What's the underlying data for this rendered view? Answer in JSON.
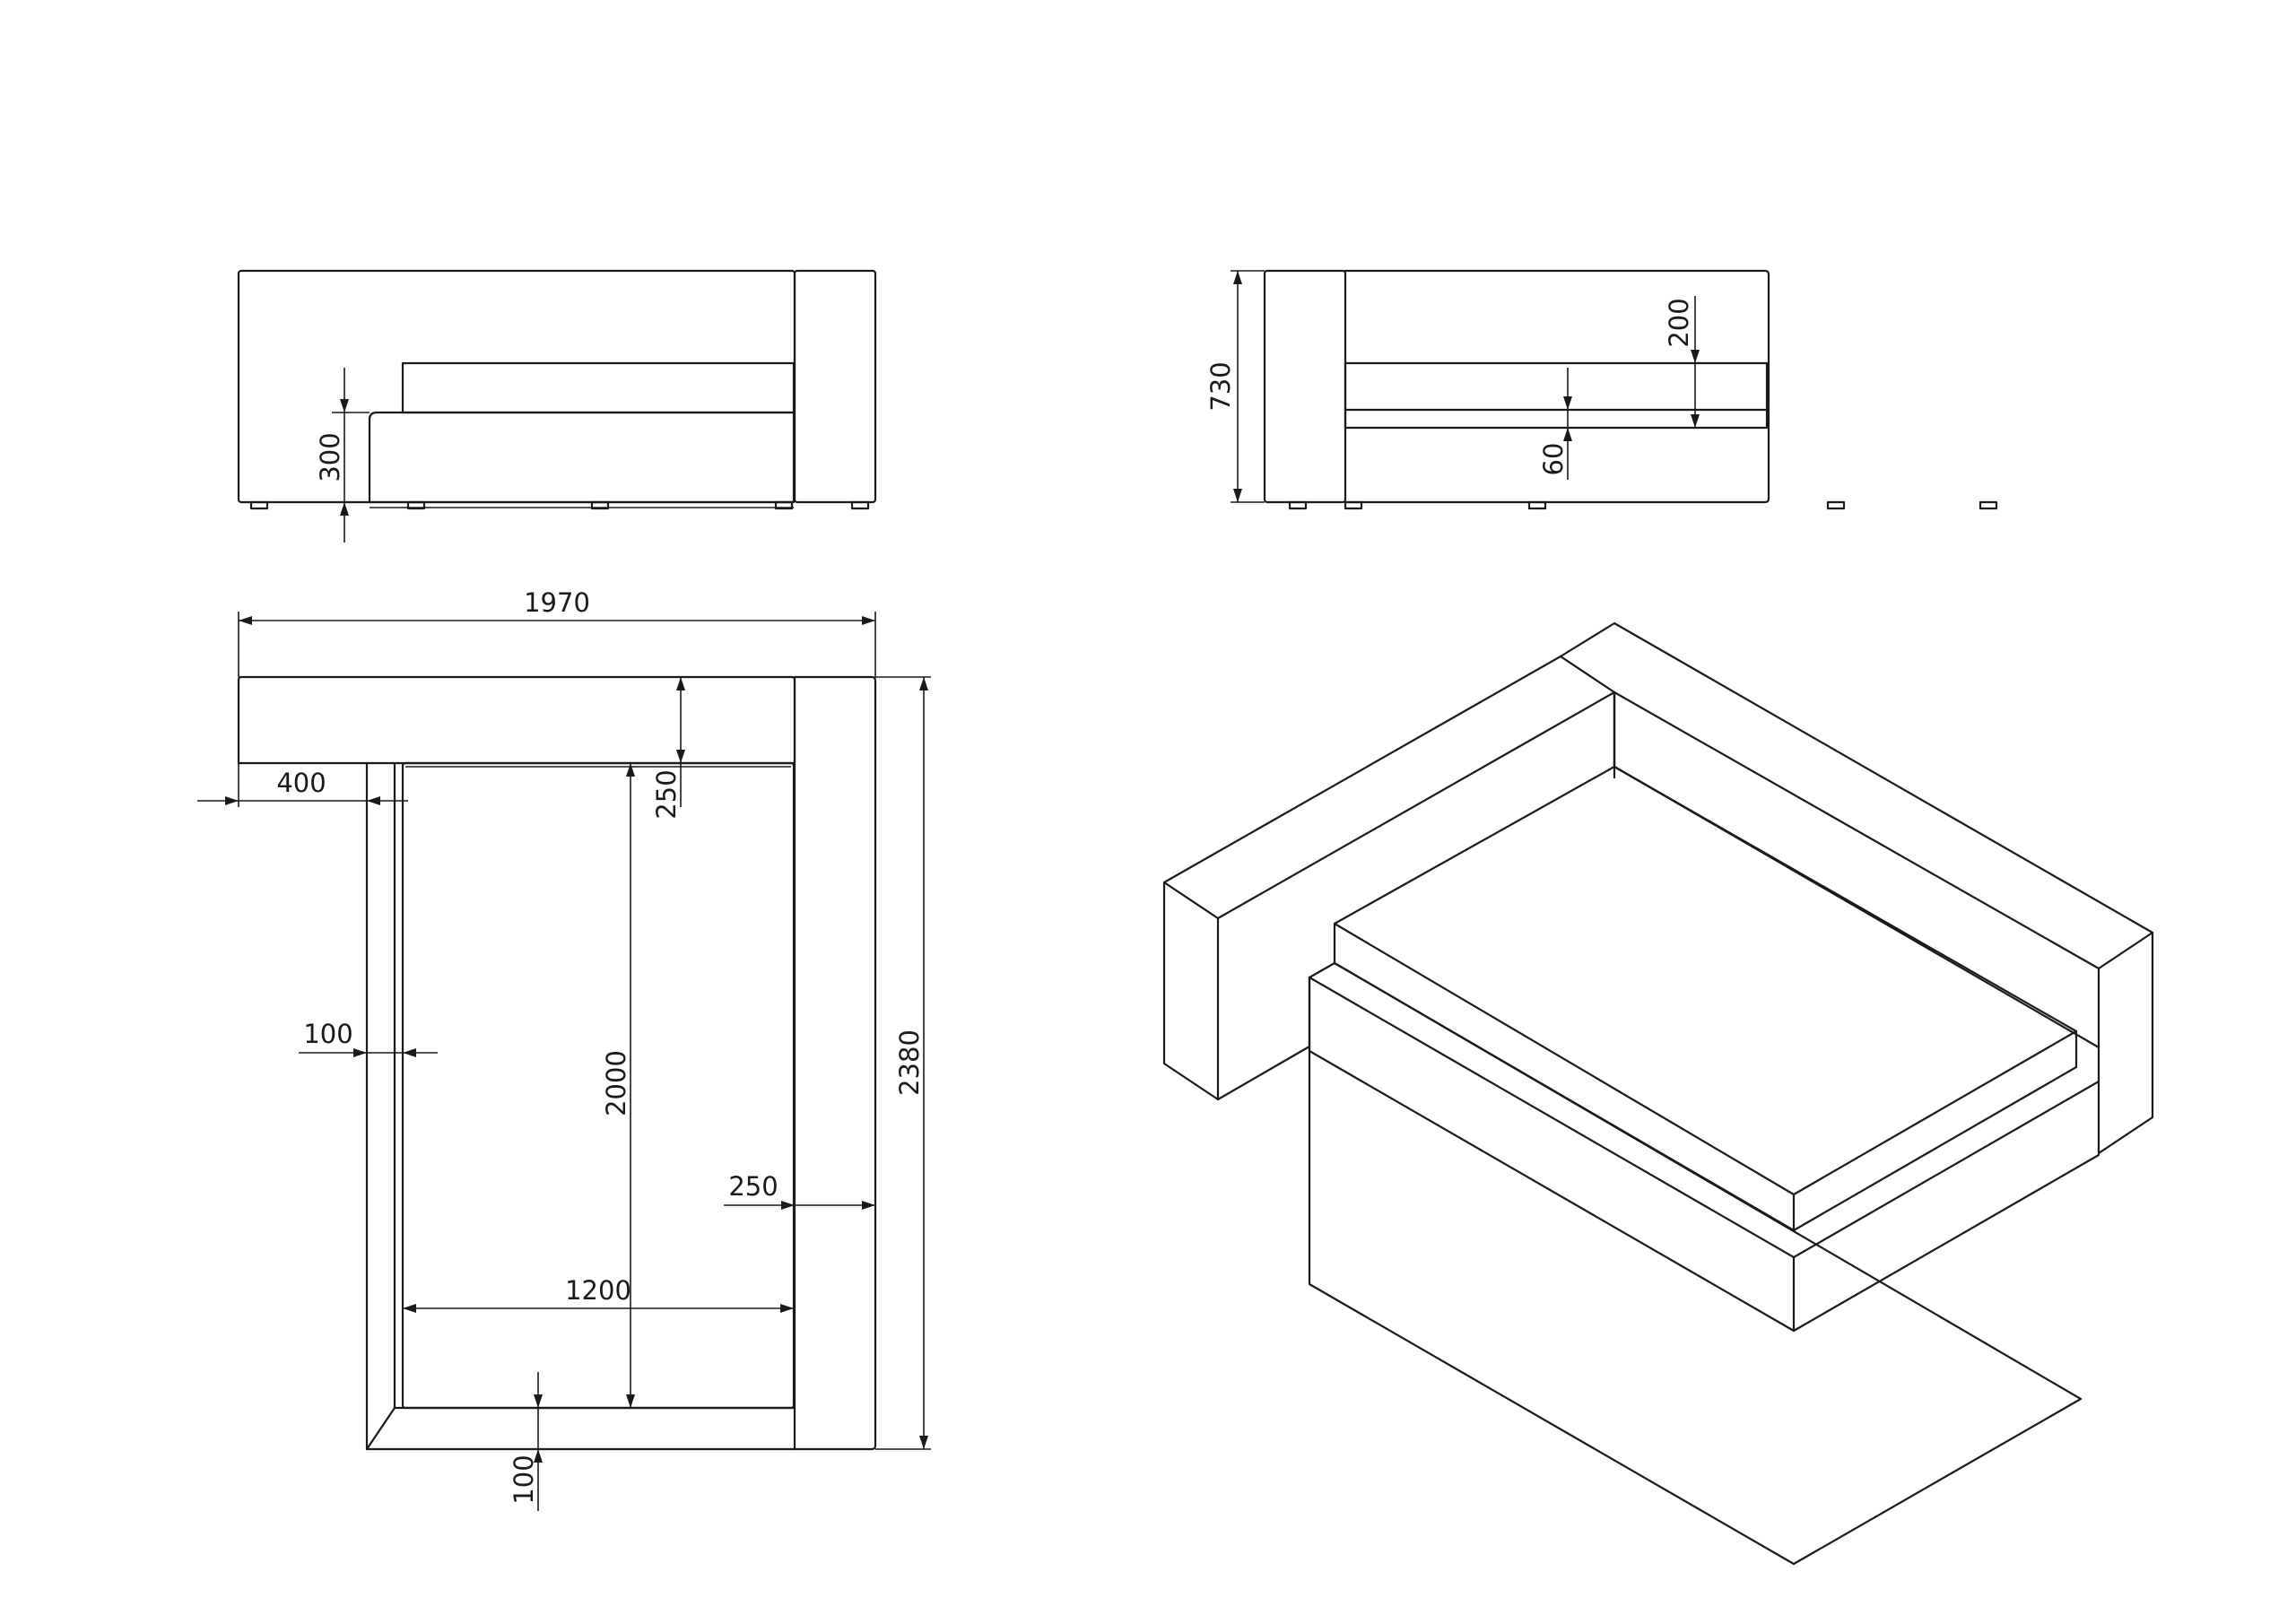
{
  "dimensions": {
    "side_leg_height": "300",
    "front_total_height": "730",
    "front_headboard_depth": "200",
    "front_base_height": "60",
    "plan_total_width": "1970",
    "plan_total_length": "2380",
    "plan_left_offset": "400",
    "plan_headboard_depth": "250",
    "plan_side_frame": "100",
    "plan_mattress_length": "2000",
    "plan_right_panel": "250",
    "plan_mattress_width": "1200",
    "plan_bottom_frame": "100"
  }
}
